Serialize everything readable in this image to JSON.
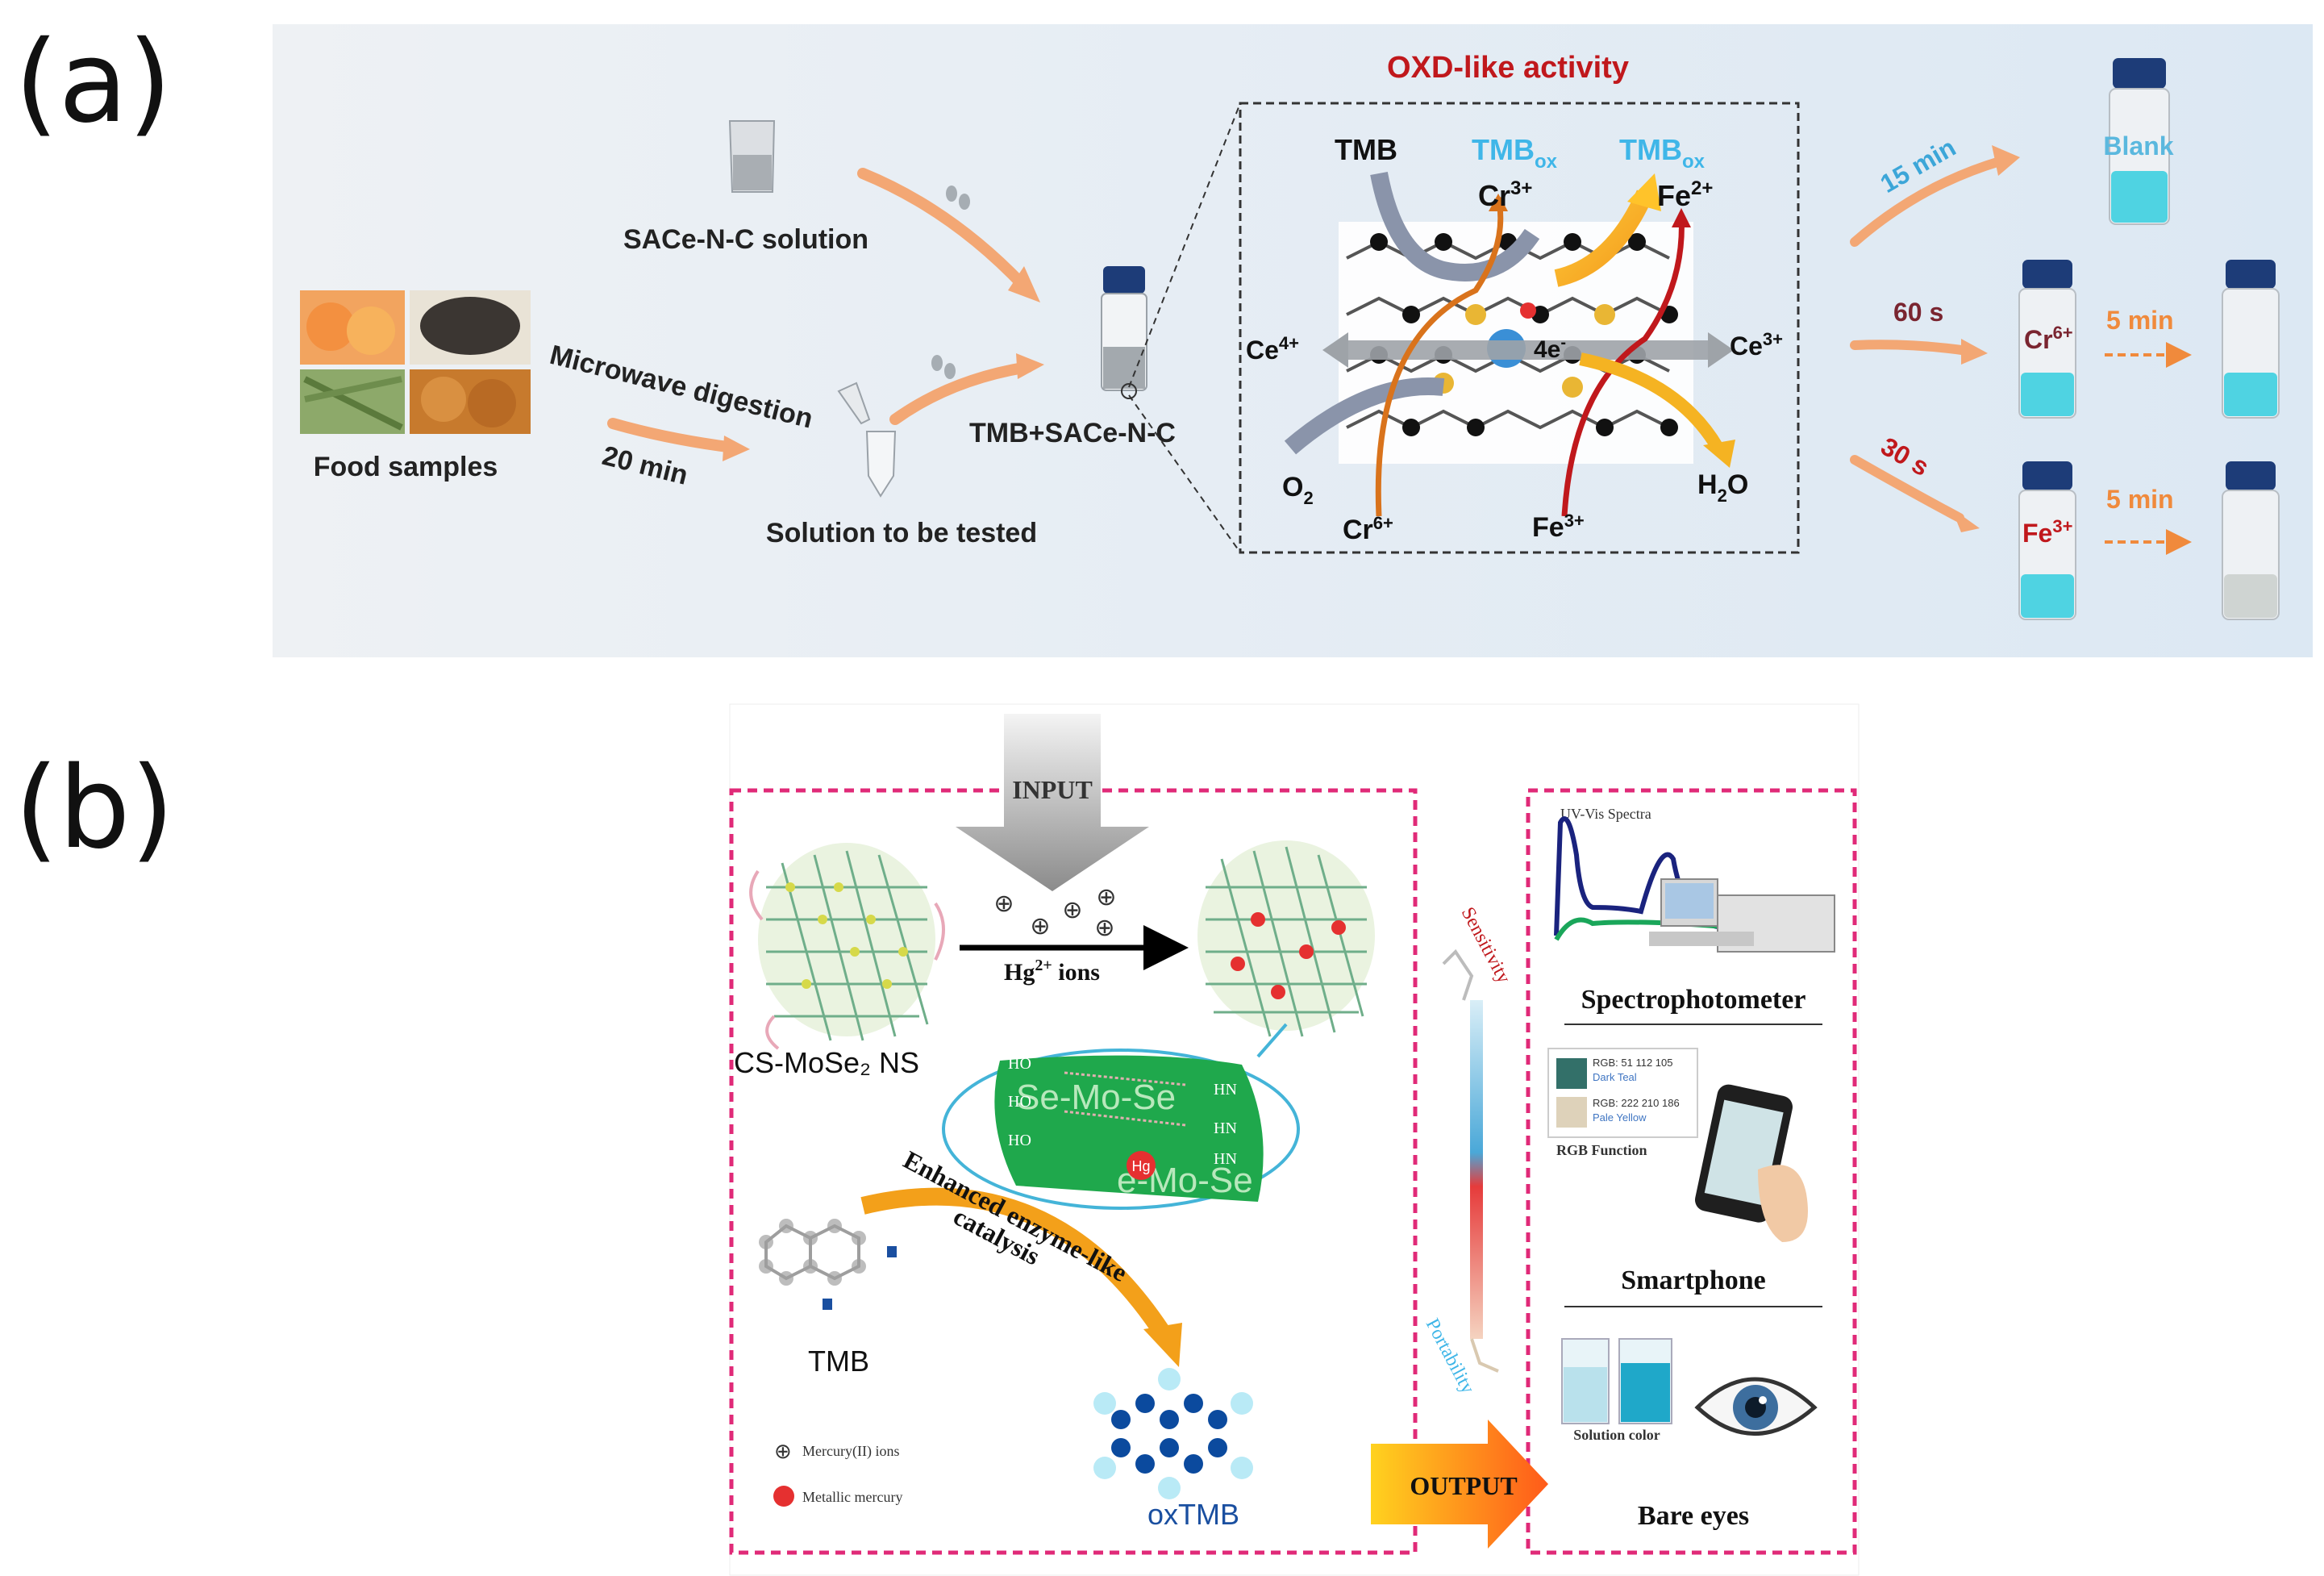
{
  "panel_a": {
    "label": "(a)",
    "oxd_title": "OXD-like activity",
    "sace_solution": "SACe-N-C solution",
    "microwave": "Microwave digestion",
    "food_samples": "Food samples",
    "twenty_min": "20 min",
    "solution_tested": "Solution to be tested",
    "tmb_sace": "TMB+SACe-N-C",
    "tmb": "TMB",
    "tmbox1": "TMB",
    "tmbox1_sub": "ox",
    "tmbox2": "TMB",
    "tmbox2_sub": "ox",
    "cr3_base": "Cr",
    "cr3_sup": "3+",
    "fe2_base": "Fe",
    "fe2_sup": "2+",
    "ce4_base": "Ce",
    "ce4_sup": "4+",
    "ce3_base": "Ce",
    "ce3_sup": "3+",
    "electrons": "4e",
    "electrons_sup": "-",
    "o2_base": "O",
    "o2_sub": "2",
    "cr6_base": "Cr",
    "cr6_sup": "6+",
    "fe3_base": "Fe",
    "fe3_sup": "3+",
    "h2o_a": "H",
    "h2o_sub": "2",
    "h2o_b": "O",
    "fifteen_min": "15 min",
    "blank": "Blank",
    "sixty_s": "60 s",
    "vial_cr6_base": "Cr",
    "vial_cr6_sup": "6+",
    "five_min_1": "5 min",
    "thirty_s": "30 s",
    "vial_fe3_base": "Fe",
    "vial_fe3_sup": "3+",
    "five_min_2": "5 min"
  },
  "panel_b": {
    "label": "(b)",
    "input": "INPUT",
    "hg_base": "Hg",
    "hg_sup": "2+",
    "hg_ions": " ions",
    "cs_mose2": "CS-MoSe₂ NS",
    "uvvis": "UV-Vis Spectra",
    "spectrophotometer": "Spectrophotometer",
    "rgb1": "RGB: 51 112 105",
    "rgb1_name": "Dark Teal",
    "rgb2": "RGB: 222 210 186",
    "rgb2_name": "Pale Yellow",
    "rgb_function": "RGB Function",
    "smartphone": "Smartphone",
    "solution_color": "Solution color",
    "bare_eyes": "Bare eyes",
    "sensitivity": "Sensitivity",
    "portability": "Portability",
    "se_mo_se_1": "Se-Mo-Se",
    "se_mo_se_2": "e-Mo-Se",
    "hg_small": "Hg",
    "ho_nh2_1": "HO",
    "ho_nh2_2": "HO",
    "ho_nh2_3": "HO",
    "nh_oh_1": "HN",
    "nh_oh_2": "HN",
    "nh_oh_3": "HN",
    "enhanced": "Enhanced enzyme-like",
    "catalysis": "catalysis",
    "tmb": "TMB",
    "oxtmb": "oxTMB",
    "output": "OUTPUT",
    "legend_mercury_ions": "Mercury(II) ions",
    "legend_metallic": "Metallic mercury"
  },
  "colors": {
    "panel_a_bg": "#e6ecf2",
    "orange_arrow": "#f3a774",
    "dark_red": "#c0181c",
    "tmbox_blue": "#3fb6e8",
    "pink_dash": "#e02a78",
    "blue_liquid": "#4fd3e2",
    "vial_cap": "#1d3c78"
  }
}
